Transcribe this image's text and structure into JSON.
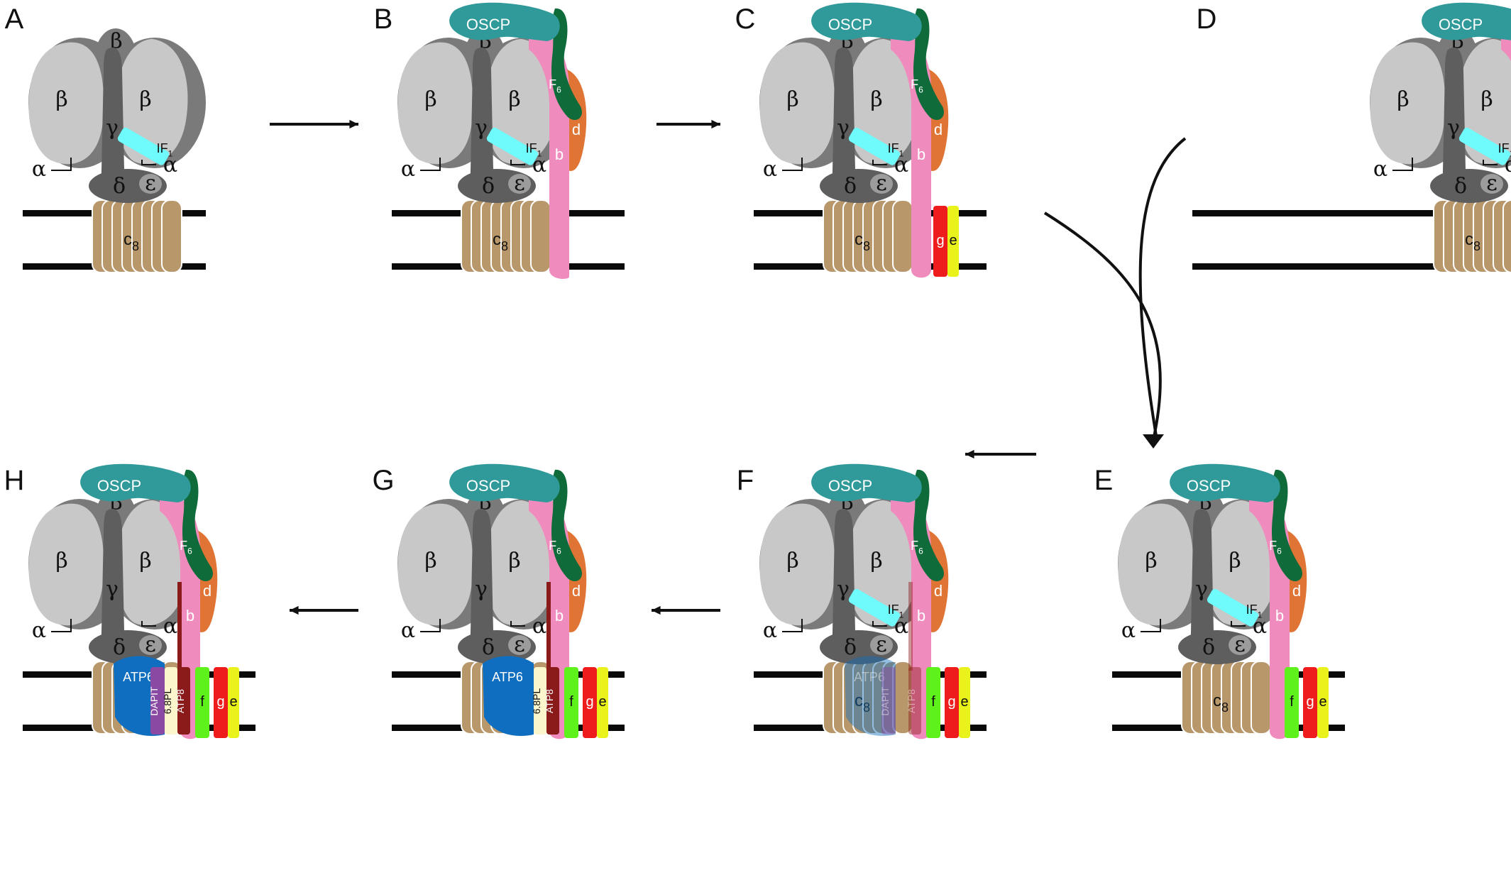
{
  "panels": [
    {
      "letter": "A",
      "oscp": false,
      "if1": true,
      "b": false,
      "ge": false,
      "f": false,
      "atp6": "none",
      "atp8": "none",
      "pl": false,
      "dapit": "none"
    },
    {
      "letter": "B",
      "oscp": true,
      "if1": true,
      "b": true,
      "ge": false,
      "f": false,
      "atp6": "none",
      "atp8": "none",
      "pl": false,
      "dapit": "none"
    },
    {
      "letter": "C",
      "oscp": true,
      "if1": true,
      "b": true,
      "ge": true,
      "f": false,
      "atp6": "none",
      "atp8": "none",
      "pl": false,
      "dapit": "none"
    },
    {
      "letter": "D",
      "oscp": true,
      "if1": true,
      "b": true,
      "ge": true,
      "f": true,
      "atp6": "none",
      "atp8": "none",
      "pl": false,
      "dapit": "none"
    },
    {
      "letter": "E",
      "oscp": true,
      "if1": true,
      "b": true,
      "ge": true,
      "f": true,
      "atp6": "none",
      "atp8": "none",
      "pl": false,
      "dapit": "none"
    },
    {
      "letter": "F",
      "oscp": true,
      "if1": true,
      "b": true,
      "ge": true,
      "f": true,
      "atp6": "faded",
      "atp8": "faded",
      "pl": false,
      "dapit": "faded"
    },
    {
      "letter": "G",
      "oscp": true,
      "if1": false,
      "b": true,
      "ge": true,
      "f": true,
      "atp6": "solid",
      "atp8": "solid",
      "pl": true,
      "dapit": "none"
    },
    {
      "letter": "H",
      "oscp": true,
      "if1": false,
      "b": true,
      "ge": true,
      "f": true,
      "atp6": "solid",
      "atp8": "solid",
      "pl": true,
      "dapit": "solid"
    }
  ],
  "labels": {
    "oscp": "OSCP",
    "beta": "β",
    "gamma": "γ",
    "alpha": "α",
    "delta": "δ",
    "epsilon": "ε",
    "c": "c",
    "c_sub": "8",
    "f6": "F",
    "f6_sub": "6",
    "if1": "IF",
    "if1_sub": "1",
    "b": "b",
    "d": "d",
    "e": "e",
    "f": "f",
    "g": "g",
    "atp6": "ATP6",
    "atp8": "ATP8",
    "dapit": "DAPIT",
    "pl": "6.8PL"
  },
  "colors": {
    "beta": "#c8c8c8",
    "alpha_rim": "#7a7a7a",
    "stalk": "#5e5e5e",
    "c_ring": "#b8976a",
    "oscp": "#2f9a99",
    "f6": "#0f6b3a",
    "b": "#f08cbd",
    "d": "#e07435",
    "if1": "#6ffbfb",
    "e": "#eaf21b",
    "g": "#ee1c1c",
    "f": "#5ff11b",
    "atp6": "#0f6ebf",
    "atp8": "#8b1a1a",
    "dapit": "#8a4aa3",
    "pl": "#fcf6cc",
    "membrane": "#0a0a0a"
  }
}
